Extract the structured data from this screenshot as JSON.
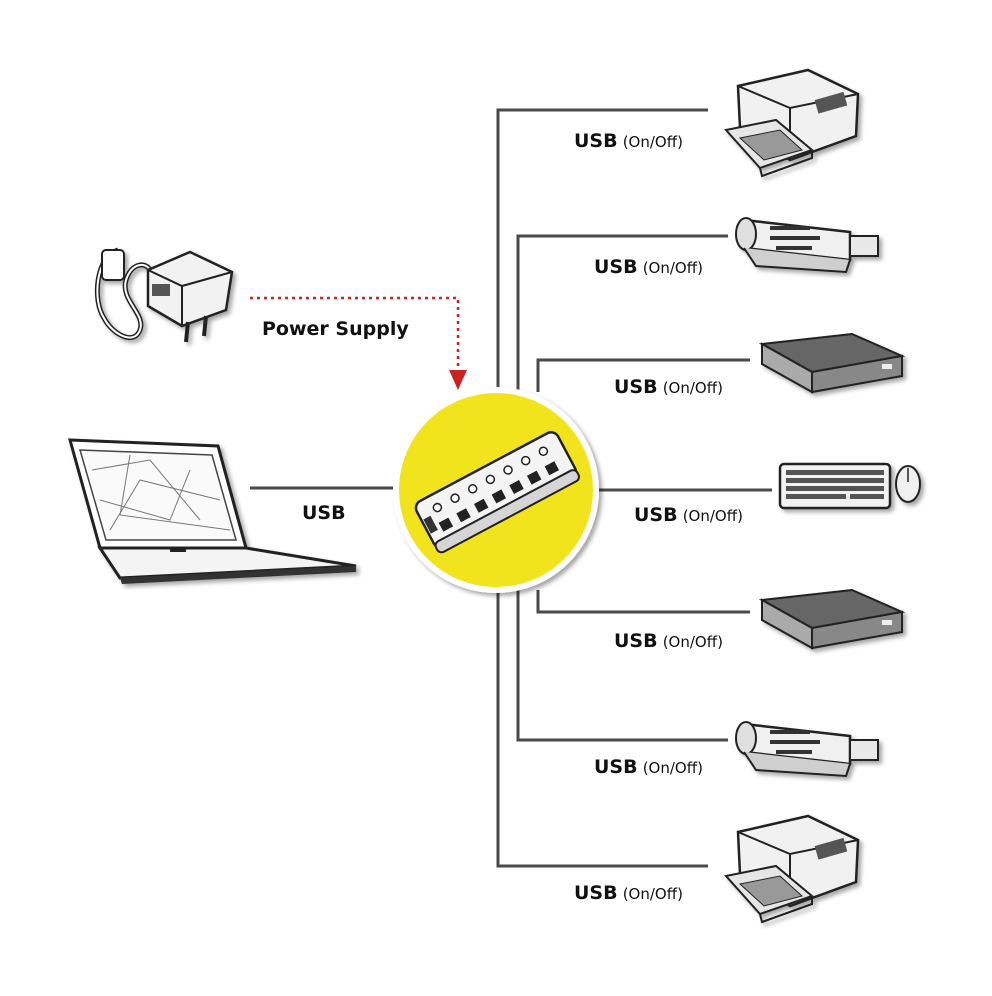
{
  "labels": {
    "power_supply": "Power Supply",
    "laptop_usb": "USB"
  },
  "ports": [
    {
      "usb": "USB",
      "mode": "(On/Off)",
      "device": "printer"
    },
    {
      "usb": "USB",
      "mode": "(On/Off)",
      "device": "card-reader"
    },
    {
      "usb": "USB",
      "mode": "(On/Off)",
      "device": "external-drive"
    },
    {
      "usb": "USB",
      "mode": "(On/Off)",
      "device": "keyboard-mouse"
    },
    {
      "usb": "USB",
      "mode": "(On/Off)",
      "device": "external-drive"
    },
    {
      "usb": "USB",
      "mode": "(On/Off)",
      "device": "card-reader"
    },
    {
      "usb": "USB",
      "mode": "(On/Off)",
      "device": "printer"
    }
  ],
  "colors": {
    "hub_circle": "#f2e41c",
    "power_arrow": "#cc2222",
    "line": "#4a4a4a"
  }
}
